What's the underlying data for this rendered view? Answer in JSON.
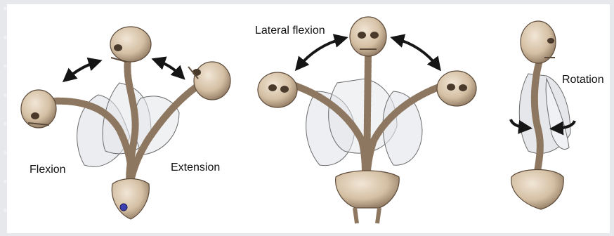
{
  "labels": {
    "flexion": "Flexion",
    "extension": "Extension",
    "lateral_flexion": "Lateral flexion",
    "rotation": "Rotation"
  },
  "colors": {
    "bone": "#d9c7ae",
    "bone_shade": "#8e7760",
    "bone_dark": "#5c4a3a",
    "rib_outline": "#6b6b6b",
    "rib_fill": "#dfe1e6",
    "arrow": "#151515",
    "background": "#ffffff"
  }
}
